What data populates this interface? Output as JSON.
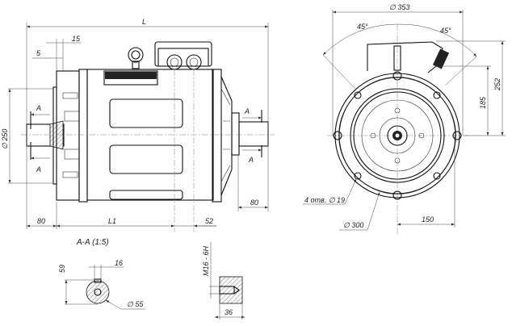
{
  "side_view": {
    "dim_L": "L",
    "dim_15": "15",
    "dim_5": "5",
    "dim_d250": "∅ 250",
    "dim_80_left": "80",
    "dim_L1": "L1",
    "dim_52": "52",
    "dim_80_right": "80",
    "section_marks": [
      "A",
      "A",
      "A",
      "A"
    ]
  },
  "front_view": {
    "dim_d353": "∅ 353",
    "angle_left": "45°",
    "angle_right": "45°",
    "dim_252": "252",
    "dim_185": "185",
    "dim_150": "150",
    "holes_label": "4 отв. ∅ 19",
    "dim_d300": "∅ 300"
  },
  "section_aa": {
    "title": "A-A (1:5)",
    "dim_59": "59",
    "dim_16": "16",
    "dim_d55": "∅ 55"
  },
  "shaft_end_detail": {
    "thread_label": "M16 - 6H",
    "dim_36": "36"
  }
}
